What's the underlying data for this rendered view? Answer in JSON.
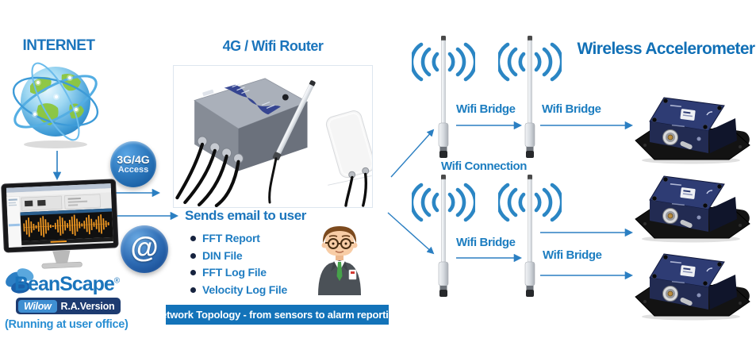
{
  "palette": {
    "accent_blue": "#1b75bc",
    "label_blue": "#1c7dc0",
    "banner_bg": "#1373b9",
    "arrow_blue": "#2b7fc2",
    "navy_badge_bg": "#1d3b70",
    "wilow_pill_bg": "#3f8fd2",
    "waveform_orange": "#f59b22",
    "device_navy": "#2e3c74"
  },
  "left": {
    "internet_title": "INTERNET",
    "access_badge": {
      "line1": "3G/4G",
      "line2": "Access"
    },
    "beanscape": {
      "brand": "BeanScape",
      "reg_mark": "®",
      "edition": "Wilow",
      "version": "R.A.Version",
      "caption": "(Running at user office)"
    },
    "at_symbol": "@"
  },
  "router": {
    "title": "4G / Wifi Router"
  },
  "email": {
    "title": "Sends email to user",
    "items": [
      "FFT Report",
      "DIN File",
      "FFT Log File",
      "Velocity Log File"
    ]
  },
  "banner": {
    "text": "Network Topology - from sensors to alarm reporting"
  },
  "network": {
    "wifi_bridge_label": "Wifi Bridge",
    "wifi_connection_label": "Wifi Connection"
  },
  "right": {
    "title": "Wireless Accelerometer"
  },
  "icons": {
    "globe": "globe-icon",
    "at": "at-icon",
    "wifi_signal": "wifi-signal-icon",
    "antenna": "antenna-icon",
    "monitor": "monitor-icon",
    "person": "user-person-icon",
    "router_device": "router-device-image",
    "accelerometer_device": "accelerometer-device-image"
  }
}
